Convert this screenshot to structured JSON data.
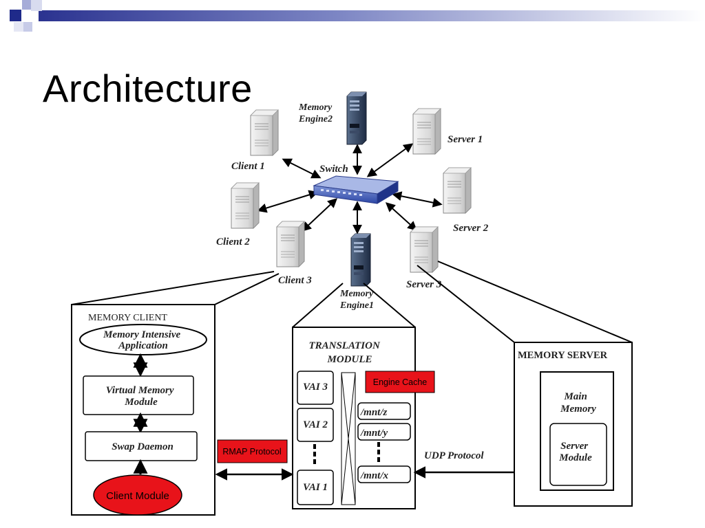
{
  "slide": {
    "title": "Architecture"
  },
  "network": {
    "switch_label": "Switch",
    "nodes": {
      "memory_engine2": [
        "Memory",
        "Engine2"
      ],
      "memory_engine1": [
        "Memory",
        "Engine1"
      ],
      "client1": "Client 1",
      "client2": "Client 2",
      "client3": "Client 3",
      "server1": "Server 1",
      "server2": "Server 2",
      "server3": "Server 3"
    }
  },
  "memory_client": {
    "title": "MEMORY  CLIENT",
    "app": [
      "Memory Intensive",
      "Application"
    ],
    "vmm": [
      "Virtual  Memory",
      "Module"
    ],
    "swap": "Swap  Daemon",
    "client_module": "Client Module"
  },
  "translation_module": {
    "title": [
      "TRANSLATION",
      "MODULE"
    ],
    "vai": [
      "VAI  3",
      "VAI  2",
      "VAI  1"
    ],
    "mounts": [
      "/mnt/z",
      "/mnt/y",
      "/mnt/x"
    ],
    "engine_cache": "Engine Cache"
  },
  "memory_server": {
    "title": "MEMORY SERVER",
    "main_memory": [
      "Main",
      "Memory"
    ],
    "server_module": [
      "Server",
      "Module"
    ]
  },
  "protocols": {
    "rmap": "RMAP Protocol",
    "udp": "UDP Protocol"
  },
  "colors": {
    "accent_navy": "#1f2a8a",
    "accent_lavender": "#8f97cf",
    "highlight_red": "#e8131a"
  }
}
